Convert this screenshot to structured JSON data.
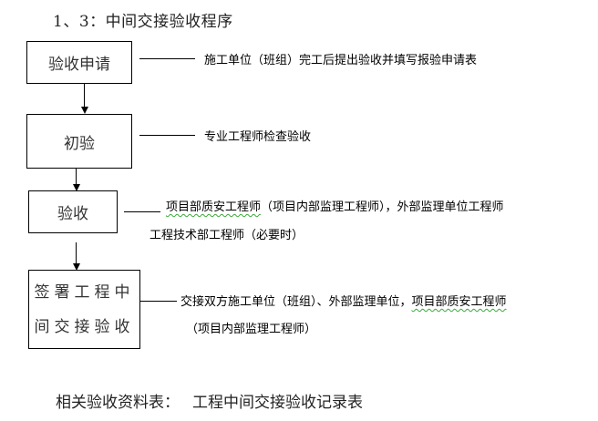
{
  "title": "1、3：中间交接验收程序",
  "steps": [
    {
      "label": "验收申请",
      "note_lines": [
        "施工单位（班组）完工后提出验收并填写报验申请表"
      ]
    },
    {
      "label": "初验",
      "note_lines": [
        "专业工程师检查验收"
      ]
    },
    {
      "label": "验收",
      "note_line1_flagged": "项目部质安工程师",
      "note_line1_rest": "（项目内部监理工程师），外部监理单位工程师",
      "note_line2": "工程技术部工程师（必要时）"
    },
    {
      "label_line1": "签署工程中",
      "label_line2": "间交接验收",
      "note_line1_prefix": "交接双方施工单位（班组）、外部监理单位，",
      "note_line1_flagged": "项目部质安工程师",
      "note_line2": "（项目内部监理工程师）"
    }
  ],
  "footer": {
    "label": "相关验收资料表：",
    "value": "工程中间交接验收记录表"
  },
  "colors": {
    "line": "#000000",
    "spellcheck_underline": "#3aa83a"
  }
}
